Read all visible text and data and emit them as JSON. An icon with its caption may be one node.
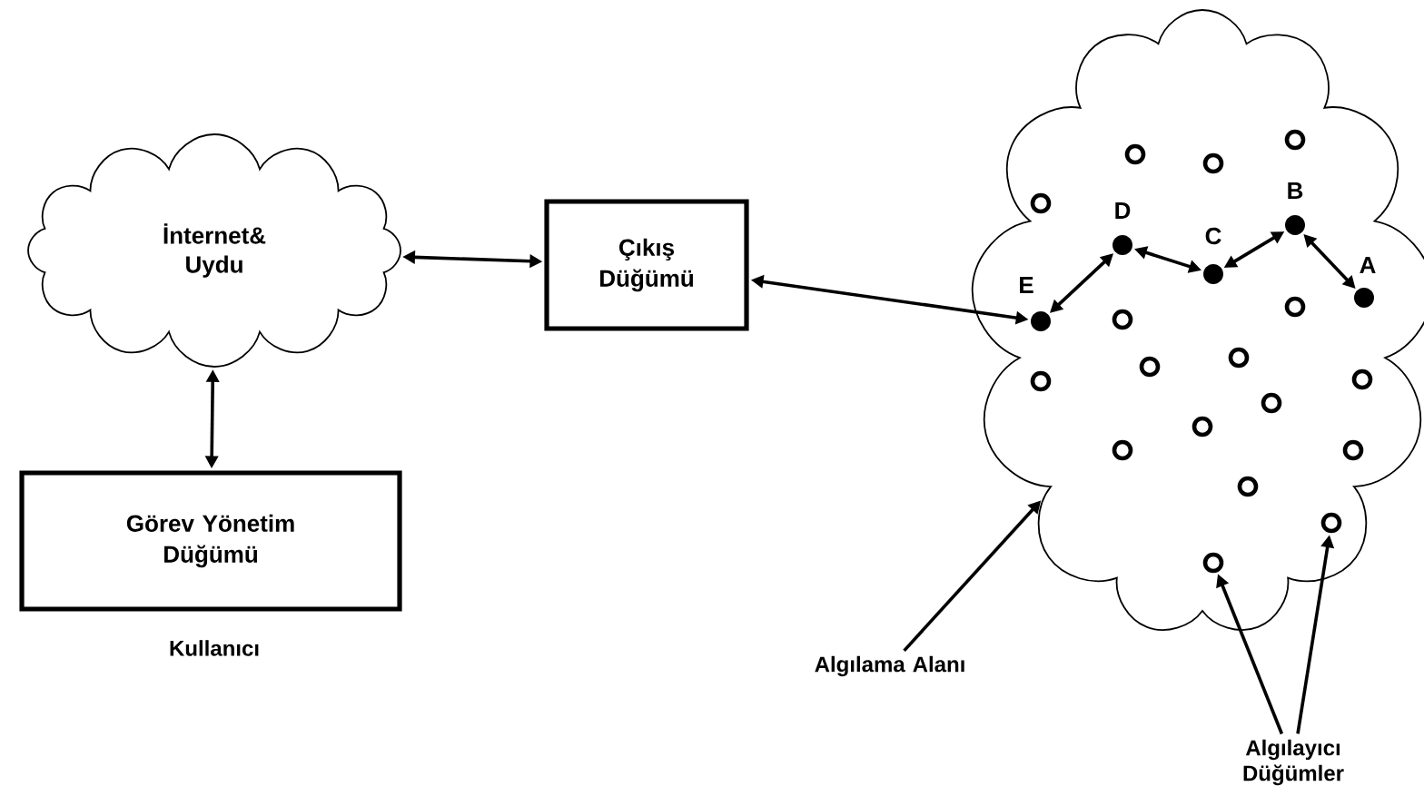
{
  "diagram": {
    "nodes": [
      {
        "text": [
          "İnternet& Uydu"
        ]
      },
      {
        "text": [
          "Çıkış Düğümü"
        ]
      },
      {
        "text": [
          "Görev Yönetim Düğümü"
        ],
        "beside": [
          "Kullanıcı"
        ]
      },
      {
        "text": [],
        "shape": "cloud"
      },
      {
        "text": [
          "E"
        ],
        "in": 3
      },
      {
        "text": [
          "D"
        ],
        "in": 3
      },
      {
        "text": [
          "C"
        ],
        "in": 3
      },
      {
        "text": [
          "B"
        ],
        "in": 3
      },
      {
        "text": [
          "A"
        ],
        "in": 3
      },
      {
        "text": [],
        "shape": "circle",
        "in": 3
      },
      {
        "text": [],
        "shape": "circle",
        "in": 3
      },
      {
        "text": [],
        "shape": "circle",
        "in": 3
      },
      {
        "text": [],
        "shape": "circle",
        "in": 3
      },
      {
        "text": [],
        "shape": "circle",
        "in": 3
      },
      {
        "text": [],
        "shape": "circle",
        "in": 3
      },
      {
        "text": [],
        "shape": "circle",
        "in": 3
      },
      {
        "text": [],
        "shape": "circle",
        "in": 3
      },
      {
        "text": [],
        "shape": "circle",
        "in": 3
      },
      {
        "text": [],
        "shape": "circle",
        "in": 3
      },
      {
        "text": [],
        "shape": "circle",
        "in": 3
      },
      {
        "text": [],
        "shape": "circle",
        "in": 3
      },
      {
        "text": [],
        "shape": "circle",
        "in": 3
      },
      {
        "text": [],
        "shape": "circle",
        "in": 3
      },
      {
        "text": [],
        "shape": "circle",
        "in": 3
      },
      {
        "text": [],
        "shape": "circle",
        "in": 3
      },
      {
        "text": [],
        "shape": "circle",
        "in": 3
      },
      {
        "text": [
          "Algılama Alanı"
        ]
      },
      {
        "text": [
          "Algılayıcı Düğümler"
        ]
      }
    ],
    "edges": [
      {
        "from": 0,
        "to": 1,
        "arrow": "both"
      },
      {
        "from": 0,
        "to": 2,
        "arrow": "both"
      },
      {
        "from": 1,
        "to": 4,
        "arrow": "both"
      },
      {
        "from": 4,
        "to": 5,
        "arrow": "both"
      },
      {
        "from": 5,
        "to": 6,
        "arrow": "both"
      },
      {
        "from": 6,
        "to": 7,
        "arrow": "both"
      },
      {
        "from": 7,
        "to": 8,
        "arrow": "both"
      },
      {
        "from": 26,
        "to": 3,
        "arrow": "to"
      },
      {
        "from": 27,
        "to": 25,
        "arrow": "to"
      },
      {
        "from": 27,
        "to": 24,
        "arrow": "to"
      }
    ]
  }
}
